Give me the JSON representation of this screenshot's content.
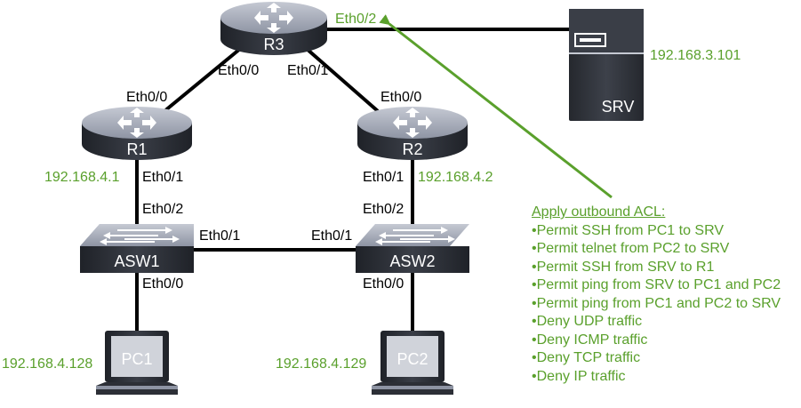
{
  "colors": {
    "device_body": "#2c2f36",
    "device_top": "#a6abb8",
    "link": "#000000",
    "annotation": "#5aa02c"
  },
  "devices": {
    "r3": {
      "name": "R3",
      "icon": "router-icon"
    },
    "r1": {
      "name": "R1",
      "icon": "router-icon"
    },
    "r2": {
      "name": "R2",
      "icon": "router-icon"
    },
    "asw1": {
      "name": "ASW1",
      "icon": "switch-icon"
    },
    "asw2": {
      "name": "ASW2",
      "icon": "switch-icon"
    },
    "pc1": {
      "name": "PC1",
      "icon": "laptop-icon"
    },
    "pc2": {
      "name": "PC2",
      "icon": "laptop-icon"
    },
    "srv": {
      "name": "SRV",
      "icon": "server-icon"
    }
  },
  "interfaces": {
    "r3_eth02": "Eth0/2",
    "r3_eth00": "Eth0/0",
    "r3_eth01": "Eth0/1",
    "r1_eth00": "Eth0/0",
    "r1_eth01": "Eth0/1",
    "r2_eth00": "Eth0/0",
    "r2_eth01": "Eth0/1",
    "asw1_eth02": "Eth0/2",
    "asw1_eth01": "Eth0/1",
    "asw1_eth00": "Eth0/0",
    "asw2_eth02": "Eth0/2",
    "asw2_eth01": "Eth0/1",
    "asw2_eth00": "Eth0/0"
  },
  "addresses": {
    "srv": "192.168.3.101",
    "r1": "192.168.4.1",
    "r2": "192.168.4.2",
    "pc1": "192.168.4.128",
    "pc2": "192.168.4.129"
  },
  "acl": {
    "title": "Apply outbound ACL:",
    "rules": [
      "Permit SSH from PC1 to SRV",
      "Permit telnet from PC2 to SRV",
      "Permit SSH from SRV to R1",
      "Permit ping from SRV to PC1 and PC2",
      "Permit ping from PC1 and PC2 to SRV",
      "Deny UDP traffic",
      "Deny ICMP traffic",
      "Deny TCP traffic",
      "Deny IP traffic"
    ]
  }
}
